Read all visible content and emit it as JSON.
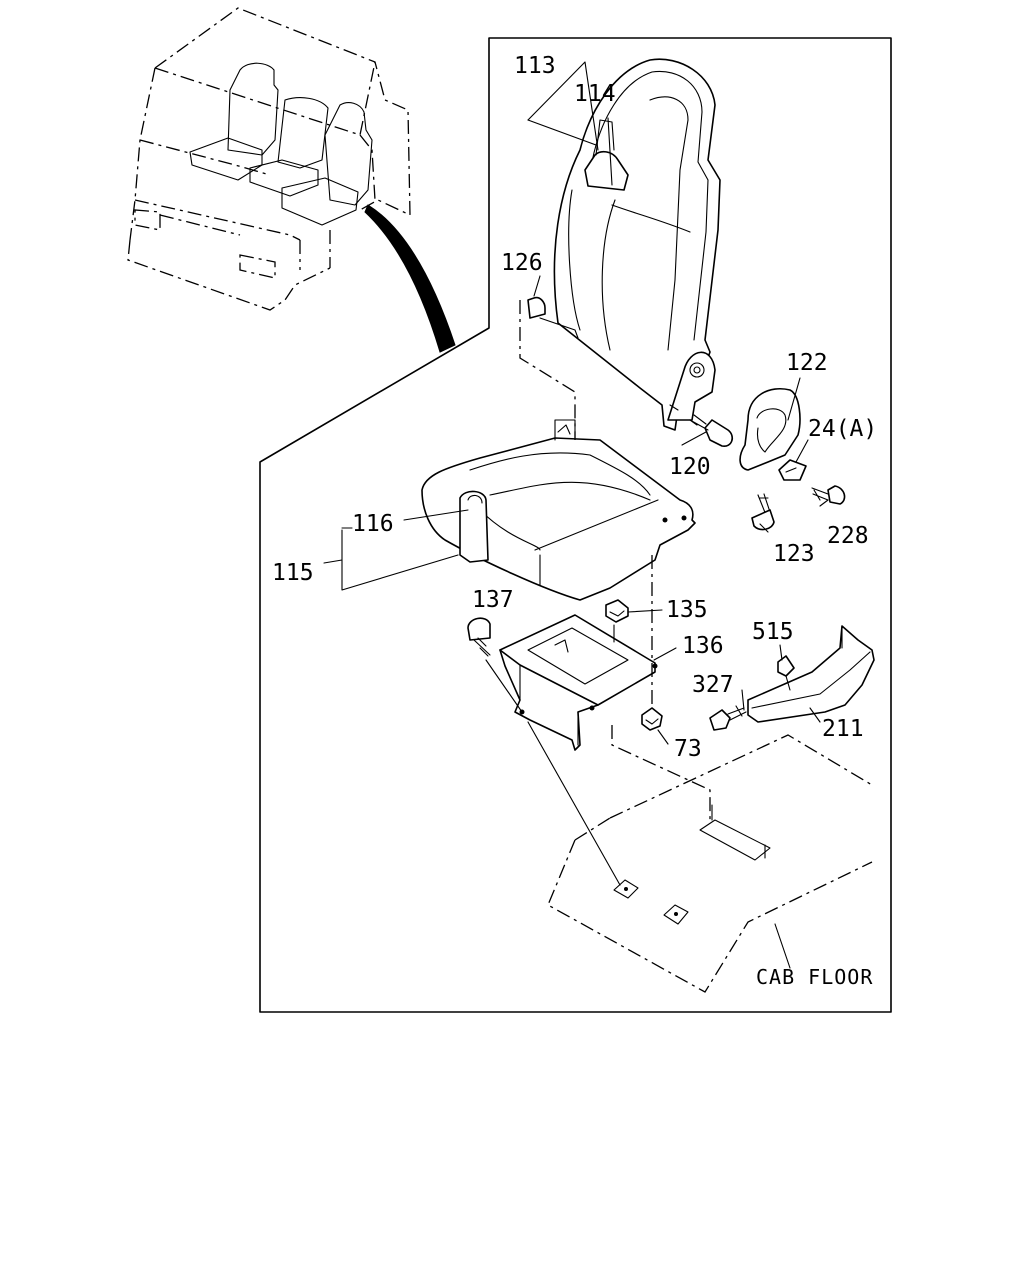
{
  "diagram": {
    "callouts": {
      "p113": "113",
      "p114": "114",
      "p126": "126",
      "p122": "122",
      "p24a": "24(A)",
      "p120": "120",
      "p228": "228",
      "p123": "123",
      "p116": "116",
      "p115": "115",
      "p137": "137",
      "p135": "135",
      "p136": "136",
      "p515": "515",
      "p327": "327",
      "p211": "211",
      "p73": "73"
    },
    "floor_label": "CAB FLOOR"
  }
}
